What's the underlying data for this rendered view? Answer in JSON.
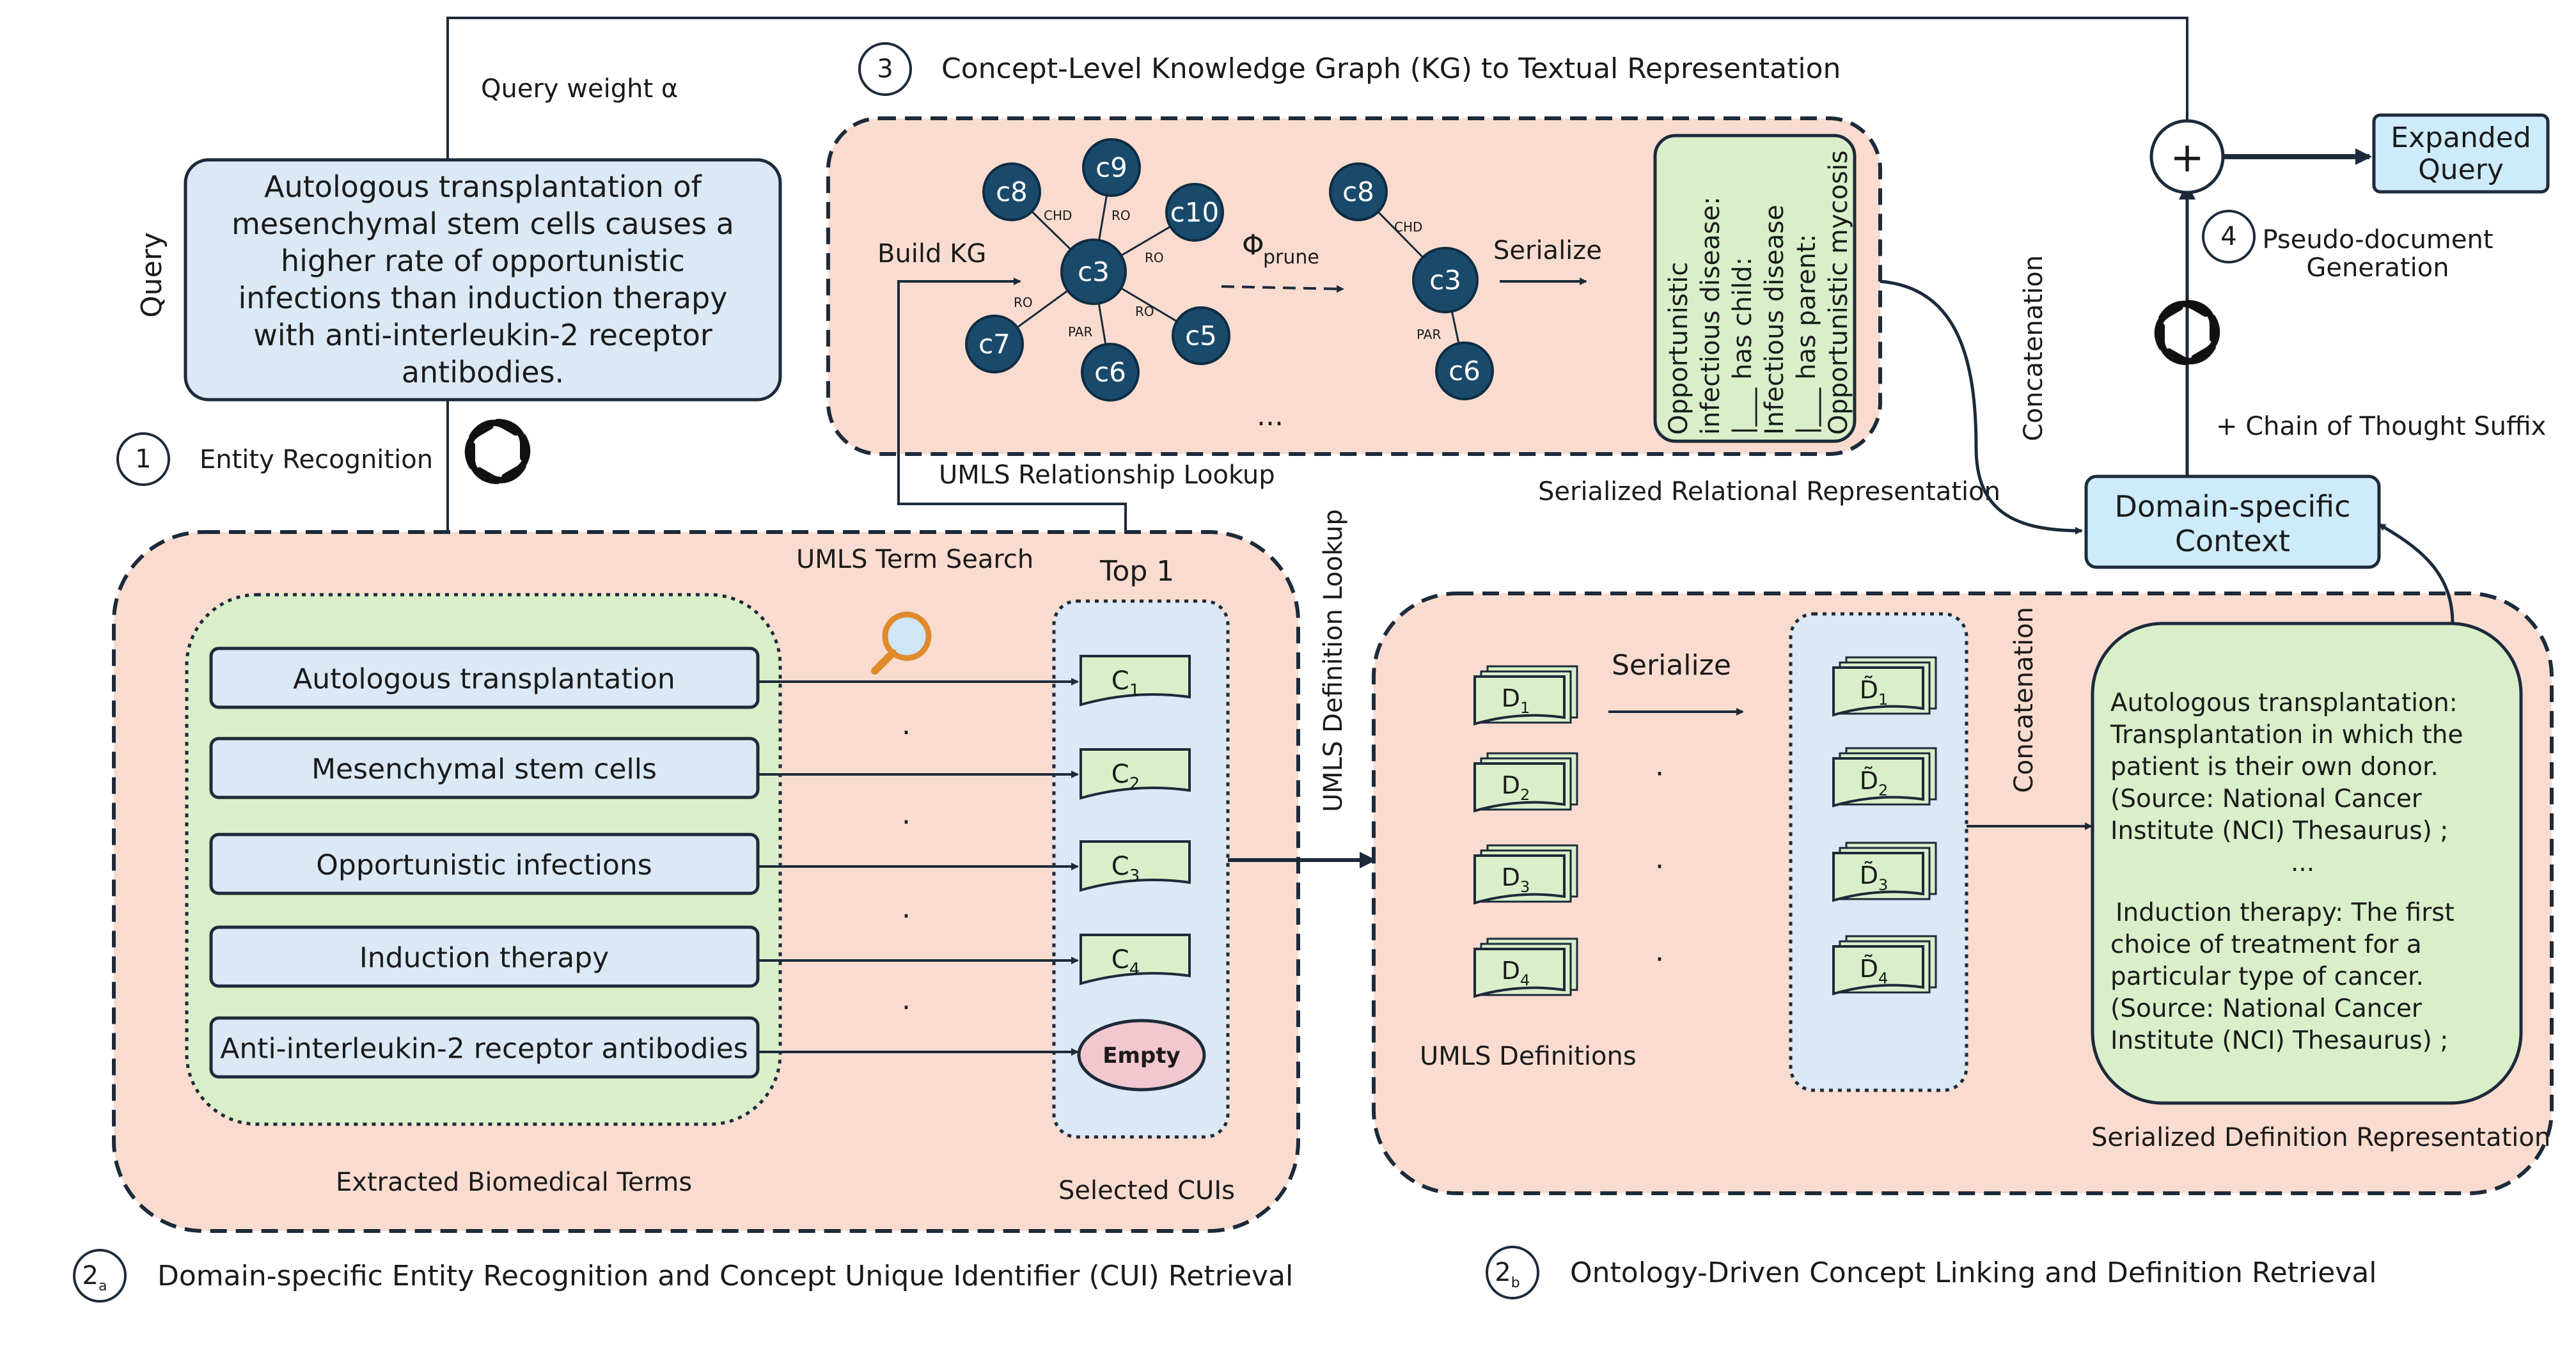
{
  "query": {
    "side_label": "Query",
    "weight_label": "Query weight α",
    "text_lines": [
      "Autologous transplantation of",
      "mesenchymal stem cells causes a",
      "higher rate of opportunistic",
      "infections than induction therapy",
      "with anti-interleukin-2 receptor",
      "antibodies."
    ]
  },
  "steps": {
    "s1_num": "1",
    "s1_label": "Entity Recognition",
    "s2a_num": "2",
    "s2a_sub": "a",
    "s2a_label": "Domain-specific Entity Recognition and Concept Unique Identifier (CUI) Retrieval",
    "s2b_num": "2",
    "s2b_sub": "b",
    "s2b_label": "Ontology-Driven Concept Linking and Definition Retrieval",
    "s3_num": "3",
    "s3_label": "Concept-Level Knowledge Graph (KG) to Textual Representation",
    "s4_num": "4",
    "s4_label_1": "Pseudo-document",
    "s4_label_2": "Generation"
  },
  "kg": {
    "build_label": "Build KG",
    "prune_symbol": "Φ",
    "prune_sub": "prune",
    "serialize_label": "Serialize",
    "ellipsis": "...",
    "lookup_label": "UMLS Relationship Lookup",
    "serialized_caption": "Serialized Relational Representation",
    "full_graph": {
      "center": "c3",
      "neighbors": [
        {
          "id": "c8",
          "rel": "CHD"
        },
        {
          "id": "c9",
          "rel": "RO"
        },
        {
          "id": "c10",
          "rel": "RO"
        },
        {
          "id": "c5",
          "rel": "RO"
        },
        {
          "id": "c6",
          "rel": "PAR"
        },
        {
          "id": "c7",
          "rel": "RO"
        }
      ]
    },
    "pruned_graph": {
      "center": "c3",
      "neighbors": [
        {
          "id": "c8",
          "rel": "CHD"
        },
        {
          "id": "c6",
          "rel": "PAR"
        }
      ]
    },
    "serialized_lines": [
      "Opportunistic",
      "infectious disease:",
      "|___ has child:",
      "Infectious disease",
      "|___ has parent:",
      "Opportunistic mycosis"
    ]
  },
  "term_search": {
    "title": "UMLS Term Search",
    "top_label": "Top 1",
    "extracted_caption": "Extracted Biomedical Terms",
    "selected_caption": "Selected CUIs",
    "terms": [
      "Autologous transplantation",
      "Mesenchymal stem cells",
      "Opportunistic infections",
      "Induction therapy",
      "Anti-interleukin-2 receptor antibodies"
    ],
    "cuis": [
      {
        "base": "C",
        "sub": "1"
      },
      {
        "base": "C",
        "sub": "2"
      },
      {
        "base": "C",
        "sub": "3"
      },
      {
        "base": "C",
        "sub": "4"
      }
    ],
    "empty_label": "Empty",
    "dot": "."
  },
  "definitions": {
    "lookup_label": "UMLS Definition Lookup",
    "serialize_label": "Serialize",
    "concat_label": "Concatenation",
    "umls_caption": "UMLS Definitions",
    "serialized_caption": "Serialized Definition Representation",
    "docs": [
      {
        "base": "D",
        "sub": "1"
      },
      {
        "base": "D",
        "sub": "2"
      },
      {
        "base": "D",
        "sub": "3"
      },
      {
        "base": "D",
        "sub": "4"
      }
    ],
    "serialized_docs": [
      {
        "base": "D̃",
        "sub": "1"
      },
      {
        "base": "D̃",
        "sub": "2"
      },
      {
        "base": "D̃",
        "sub": "3"
      },
      {
        "base": "D̃",
        "sub": "4"
      }
    ],
    "dot": "·",
    "def_lines": [
      "Autologous transplantation:",
      "Transplantation in which the",
      "patient is their own donor.",
      "(Source: National Cancer",
      "Institute (NCI) Thesaurus) ;",
      "...",
      "Induction therapy: The first",
      "choice of treatment for a",
      "particular type of cancer.",
      "(Source: National Cancer",
      "Institute (NCI) Thesaurus) ;"
    ]
  },
  "output": {
    "concat_label": "Concatenation",
    "context_line1": "Domain-specific",
    "context_line2": "Context",
    "cot_label": "+ Chain of Thought Suffix",
    "plus_symbol": "+",
    "expanded_line1": "Expanded",
    "expanded_line2": "Query"
  },
  "icons": [
    "openai-logo-icon",
    "magnifier-icon"
  ],
  "colors": {
    "salmon": "#f9dccf",
    "green": "#d8efc9",
    "blue": "#dbe8f5",
    "light_blue": "#cdebfa",
    "node": "#1a4a6b",
    "empty": "#f2c7cf",
    "stroke": "#1c2a3a"
  }
}
